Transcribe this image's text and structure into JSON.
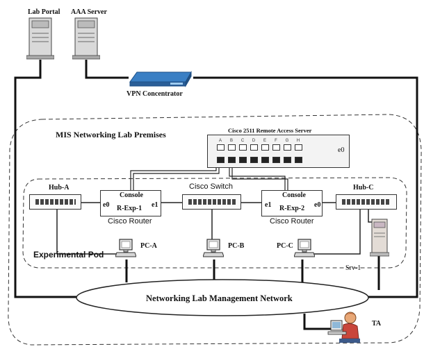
{
  "devices": {
    "lab_portal": "Lab Portal",
    "aaa_server": "AAA Server",
    "vpn_concentrator": "VPN Concentrator",
    "remote_access_server": "Cisco 2511 Remote Access Server",
    "cisco_switch": "Cisco Switch",
    "hub_a": "Hub-A",
    "hub_c": "Hub-C",
    "router_1": {
      "console": "Console",
      "name": "R-Exp-1",
      "type": "Cisco Router",
      "port_left": "e0",
      "port_right": "e1"
    },
    "router_2": {
      "console": "Console",
      "name": "R-Exp-2",
      "type": "Cisco Router",
      "port_left": "e1",
      "port_right": "e0"
    },
    "pc_a": "PC-A",
    "pc_b": "PC-B",
    "pc_c": "PC-C",
    "srv_1": "Srv-1",
    "ta": "TA",
    "ras_port": "e0"
  },
  "regions": {
    "premises": "MIS Networking Lab Premises",
    "pod": "Experimental Pod",
    "management_network": "Networking Lab Management Network"
  },
  "ras_port_letters": [
    "A",
    "B",
    "C",
    "D",
    "E",
    "F",
    "G",
    "H"
  ]
}
